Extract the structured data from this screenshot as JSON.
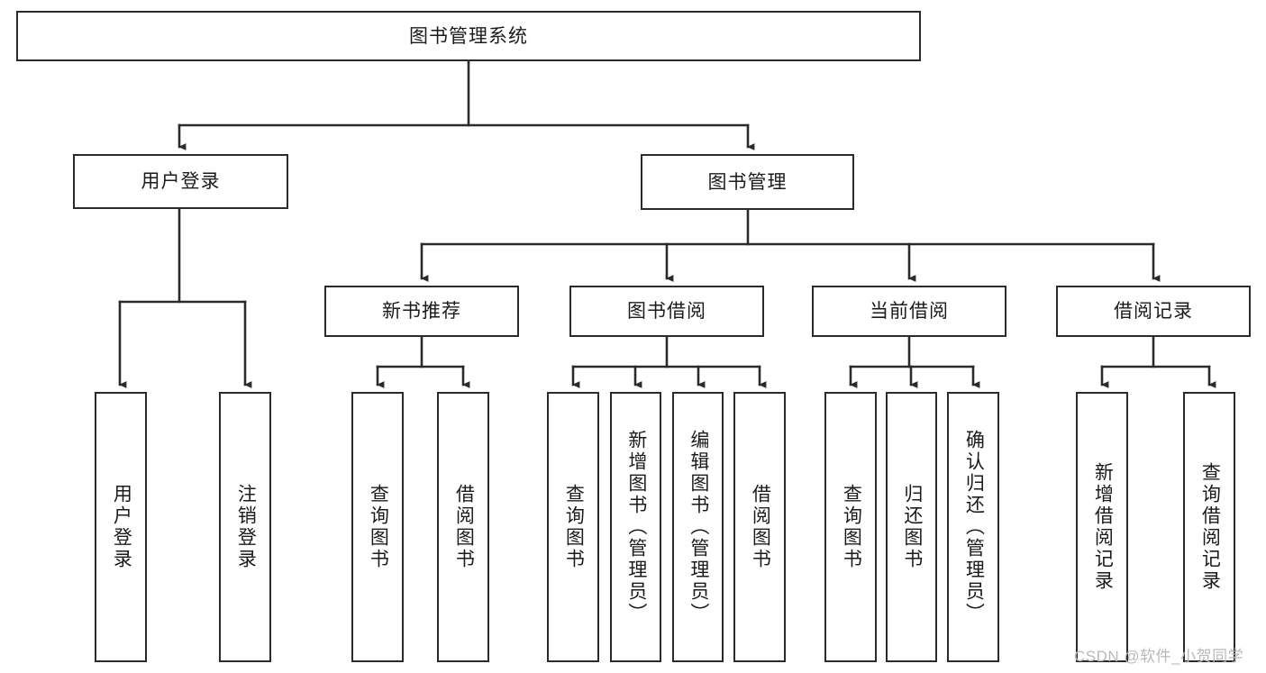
{
  "diagram": {
    "type": "tree",
    "title": "图书管理系统",
    "root": {
      "label": "图书管理系统"
    },
    "level1": [
      {
        "label": "用户登录"
      },
      {
        "label": "图书管理"
      }
    ],
    "level2": [
      {
        "label": "新书推荐"
      },
      {
        "label": "图书借阅"
      },
      {
        "label": "当前借阅"
      },
      {
        "label": "借阅记录"
      }
    ],
    "leaves": {
      "user_login": [
        {
          "label": "用户登录"
        },
        {
          "label": "注销登录"
        }
      ],
      "new_book_recommend": [
        {
          "label": "查询图书"
        },
        {
          "label": "借阅图书"
        }
      ],
      "book_borrow": [
        {
          "label": "查询图书"
        },
        {
          "label": "新增图书（管理员）"
        },
        {
          "label": "编辑图书（管理员）"
        },
        {
          "label": "借阅图书"
        }
      ],
      "current_borrow": [
        {
          "label": "查询图书"
        },
        {
          "label": "归还图书"
        },
        {
          "label": "确认归还（管理员）"
        }
      ],
      "borrow_record": [
        {
          "label": "新增借阅记录"
        },
        {
          "label": "查询借阅记录"
        }
      ]
    },
    "watermark": "CSDN @软件_小贺同学",
    "colors": {
      "box_border": "#2b2b2b",
      "box_fill": "#ffffff",
      "connector": "#2b2b2b",
      "text": "#1b1b1b",
      "watermark": "#b9b9b9"
    }
  }
}
